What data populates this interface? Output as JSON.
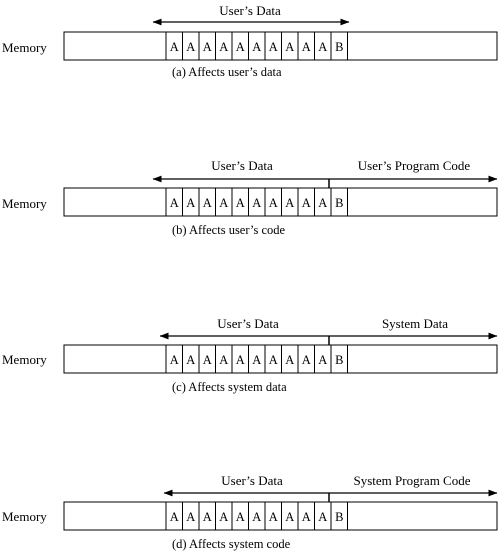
{
  "diagram": {
    "panels": [
      {
        "memory_label": "Memory",
        "cells": [
          "A",
          "A",
          "A",
          "A",
          "A",
          "A",
          "A",
          "A",
          "A",
          "A",
          "B"
        ],
        "left_label": "User’s Data",
        "right_label": "",
        "caption": "(a)  Affects user’s data"
      },
      {
        "memory_label": "Memory",
        "cells": [
          "A",
          "A",
          "A",
          "A",
          "A",
          "A",
          "A",
          "A",
          "A",
          "A",
          "B"
        ],
        "left_label": "User’s Data",
        "right_label": "User’s Program Code",
        "caption": "(b)  Affects user’s code"
      },
      {
        "memory_label": "Memory",
        "cells": [
          "A",
          "A",
          "A",
          "A",
          "A",
          "A",
          "A",
          "A",
          "A",
          "A",
          "B"
        ],
        "left_label": "User’s Data",
        "right_label": "System Data",
        "caption": "(c)  Affects system data"
      },
      {
        "memory_label": "Memory",
        "cells": [
          "A",
          "A",
          "A",
          "A",
          "A",
          "A",
          "A",
          "A",
          "A",
          "A",
          "B"
        ],
        "left_label": "User’s Data",
        "right_label": "System Program Code",
        "caption": "(d)  Affects system code"
      }
    ]
  }
}
